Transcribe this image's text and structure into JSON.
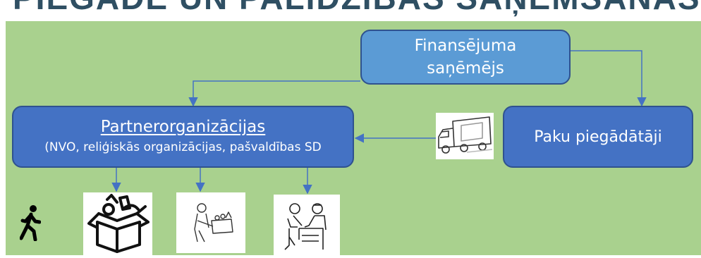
{
  "header": {
    "title": "PIEGĀDE UN PALĪDZĪBAS SAŅĒMŠANAS DALĪJUMS"
  },
  "diagram": {
    "nodes": {
      "funding_recipient": {
        "line1": "Finansējuma",
        "line2": "saņēmējs"
      },
      "partner_organisations": {
        "name": "Partnerorganizācijas",
        "detail": "(NVO, reliģiskās organizācijas, pašvaldības SD"
      },
      "package_suppliers": {
        "label": "Paku piegādātāji"
      }
    },
    "icons": [
      "truck-icon",
      "food-box-icon",
      "aid-distribution-icon",
      "consultation-icon",
      "walking-person-icon"
    ],
    "colors": {
      "background": "#a9d18e",
      "recipient_fill": "#5b9bd5",
      "node_fill": "#4472c4",
      "border": "#2f528f",
      "arrow": "#4472c4",
      "title": "#2f4f63"
    }
  }
}
